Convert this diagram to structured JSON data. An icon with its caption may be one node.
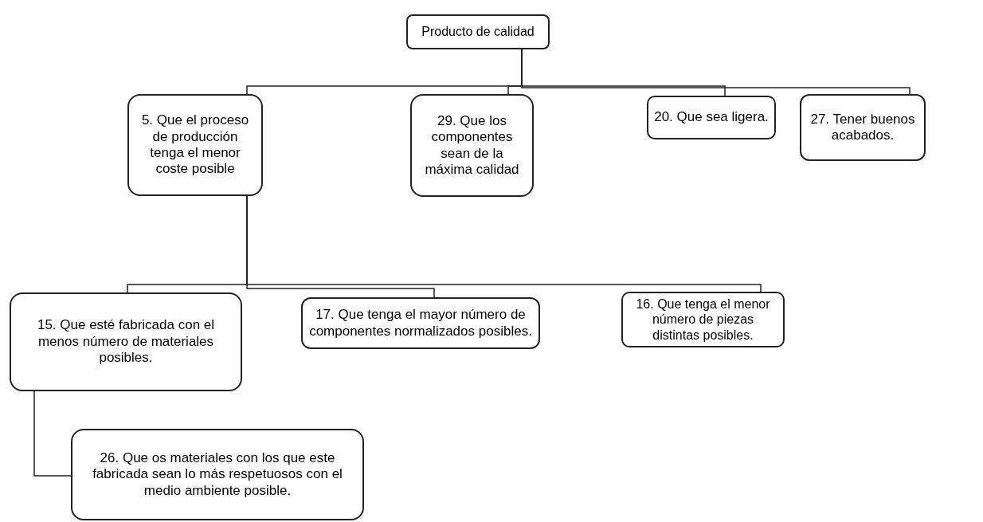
{
  "diagram": {
    "nodes": [
      {
        "text": [
          "Producto de calidad"
        ]
      },
      {
        "text": [
          "5. Que el proceso de producción tenga el menor coste posible"
        ]
      },
      {
        "text": [
          "29. Que los componentes sean de la máxima calidad"
        ]
      },
      {
        "text": [
          "20. Que sea ligera."
        ]
      },
      {
        "text": [
          "27. Tener buenos acabados."
        ]
      },
      {
        "text": [
          "15. Que esté fabricada con el menos número de materiales posibles."
        ]
      },
      {
        "text": [
          "17. Que tenga el mayor número de componentes normalizados posibles."
        ]
      },
      {
        "text": [
          "16. Que tenga el menor número de piezas distintas posibles."
        ]
      },
      {
        "text": [
          "26. Que os materiales con los que este fabricada sean lo más respetuosos con el medio ambiente posible."
        ]
      }
    ],
    "edges": [
      {
        "from": 0,
        "to": 1,
        "arrow": "none"
      },
      {
        "from": 0,
        "to": 2,
        "arrow": "none"
      },
      {
        "from": 0,
        "to": 3,
        "arrow": "none"
      },
      {
        "from": 0,
        "to": 4,
        "arrow": "none"
      },
      {
        "from": 1,
        "to": 5,
        "arrow": "none"
      },
      {
        "from": 1,
        "to": 6,
        "arrow": "none"
      },
      {
        "from": 1,
        "to": 7,
        "arrow": "none"
      },
      {
        "from": 5,
        "to": 8,
        "arrow": "none"
      }
    ]
  }
}
